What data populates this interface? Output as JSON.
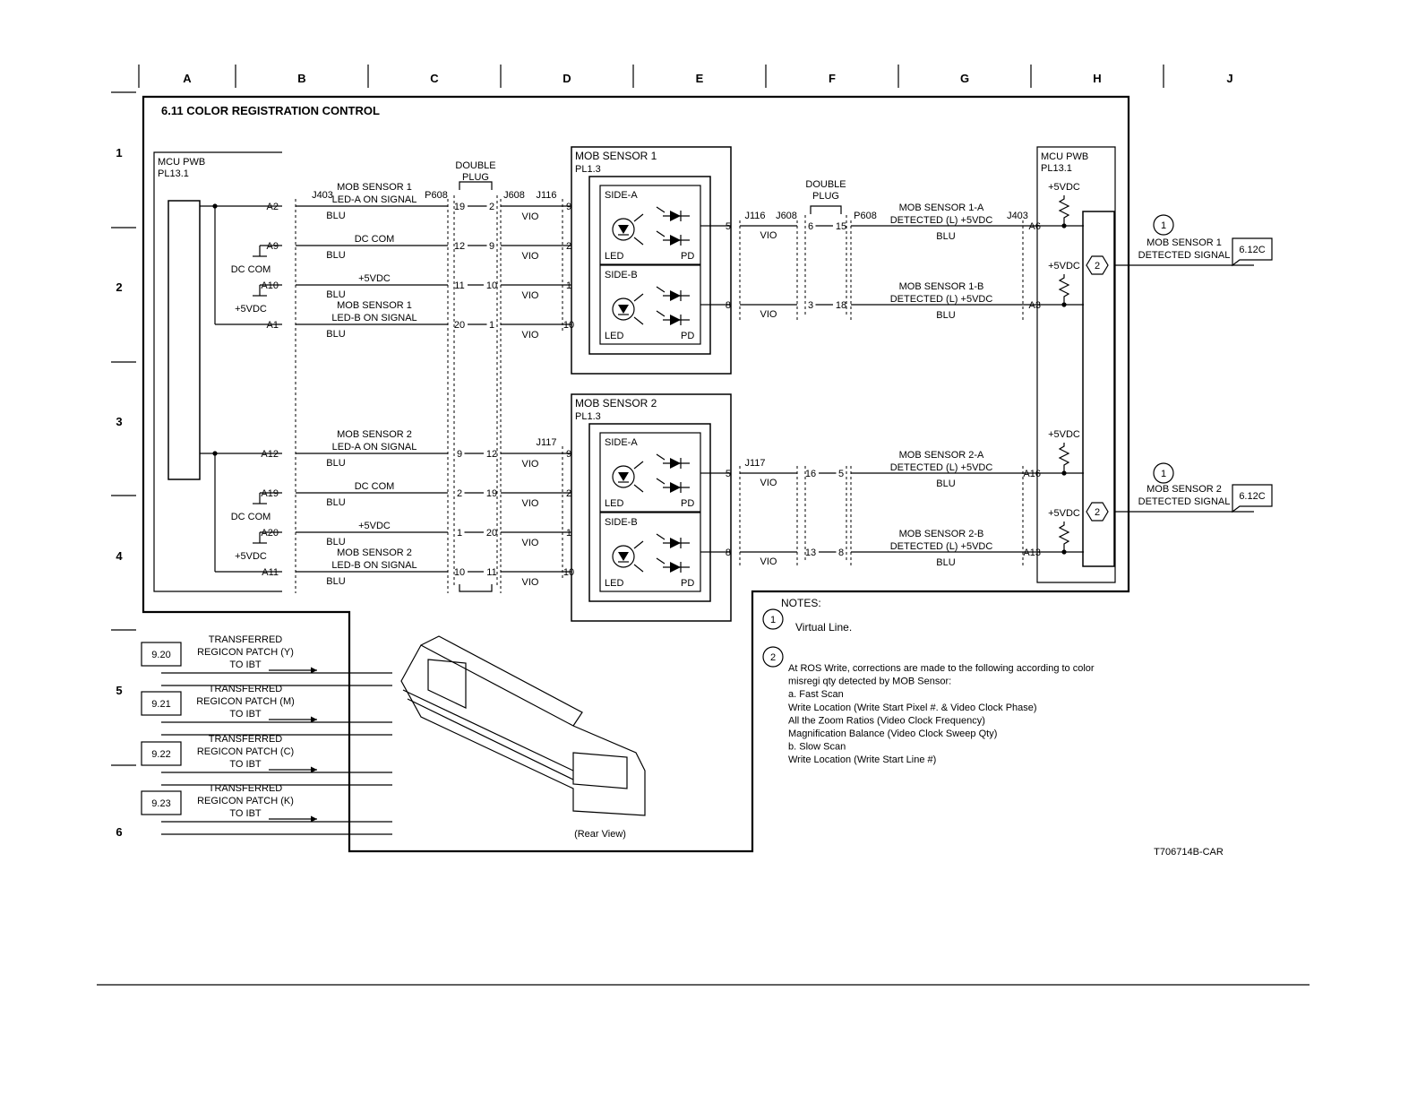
{
  "columns": [
    "A",
    "B",
    "C",
    "D",
    "E",
    "F",
    "G",
    "H",
    "J"
  ],
  "rows": [
    "1",
    "2",
    "3",
    "4",
    "5",
    "6"
  ],
  "title": "6.11 COLOR REGISTRATION CONTROL",
  "mcu_left": {
    "name": "MCU PWB",
    "pl": "PL13.1",
    "dc_com": "DC COM",
    "vdc": "+5VDC"
  },
  "mcu_right": {
    "name": "MCU PWB",
    "pl": "PL13.1",
    "vdc": "+5VDC"
  },
  "double_plug": "DOUBLE\nPLUG",
  "connectors": {
    "j403": "J403",
    "p608": "P608",
    "j608": "J608",
    "j116": "J116",
    "j117": "J117"
  },
  "sensor1": {
    "name": "MOB SENSOR  1",
    "pl": "PL1.3",
    "side_a": "SIDE-A",
    "side_b": "SIDE-B",
    "led": "LED",
    "pd": "PD",
    "left_signals": [
      {
        "pin": "A2",
        "label": "MOB SENSOR 1\nLED-A ON SIGNAL",
        "color": "BLU",
        "p_a": "19",
        "p_b": "2",
        "vio": "VIO",
        "s_pin": "9"
      },
      {
        "pin": "A9",
        "label": "DC COM",
        "color": "BLU",
        "p_a": "12",
        "p_b": "9",
        "vio": "VIO",
        "s_pin": "2"
      },
      {
        "pin": "A10",
        "label": "+5VDC",
        "color": "BLU",
        "p_a": "11",
        "p_b": "10",
        "vio": "VIO",
        "s_pin": "1"
      },
      {
        "pin": "A1",
        "label": "MOB SENSOR 1\nLED-B ON SIGNAL",
        "color": "BLU",
        "p_a": "20",
        "p_b": "1",
        "vio": "VIO",
        "s_pin": "10"
      }
    ],
    "right_signals": [
      {
        "s_pin": "5",
        "vio": "VIO",
        "p_a": "6",
        "p_b": "15",
        "label": "MOB SENSOR 1-A\nDETECTED (L) +5VDC",
        "color": "BLU",
        "pin": "A6"
      },
      {
        "s_pin": "8",
        "vio": "VIO",
        "p_a": "3",
        "p_b": "18",
        "label": "MOB SENSOR 1-B\nDETECTED (L) +5VDC",
        "color": "BLU",
        "pin": "A3"
      }
    ]
  },
  "sensor2": {
    "name": "MOB SENSOR  2",
    "pl": "PL1.3",
    "side_a": "SIDE-A",
    "side_b": "SIDE-B",
    "led": "LED",
    "pd": "PD",
    "left_signals": [
      {
        "pin": "A12",
        "label": "MOB SENSOR 2\nLED-A ON SIGNAL",
        "color": "BLU",
        "p_a": "9",
        "p_b": "12",
        "vio": "VIO",
        "s_pin": "9"
      },
      {
        "pin": "A19",
        "label": "DC COM",
        "color": "BLU",
        "p_a": "2",
        "p_b": "19",
        "vio": "VIO",
        "s_pin": "2"
      },
      {
        "pin": "A20",
        "label": "+5VDC",
        "color": "BLU",
        "p_a": "1",
        "p_b": "20",
        "vio": "VIO",
        "s_pin": "1"
      },
      {
        "pin": "A11",
        "label": "MOB SENSOR 2\nLED-B ON SIGNAL",
        "color": "BLU",
        "p_a": "10",
        "p_b": "11",
        "vio": "VIO",
        "s_pin": "10"
      }
    ],
    "right_signals": [
      {
        "s_pin": "5",
        "vio": "VIO",
        "p_a": "16",
        "p_b": "5",
        "label": "MOB SENSOR 2-A\nDETECTED (L) +5VDC",
        "color": "BLU",
        "pin": "A16"
      },
      {
        "s_pin": "8",
        "vio": "VIO",
        "p_a": "13",
        "p_b": "8",
        "label": "MOB SENSOR 2-B\nDETECTED (L) +5VDC",
        "color": "BLU",
        "pin": "A13"
      }
    ]
  },
  "outputs": [
    {
      "label": "MOB SENSOR 1\nDETECTED SIGNAL",
      "ref": "6.12C",
      "note1": "1",
      "note2": "2"
    },
    {
      "label": "MOB SENSOR 2\nDETECTED SIGNAL",
      "ref": "6.12C",
      "note1": "1",
      "note2": "2"
    }
  ],
  "patches": [
    {
      "ref": "9.20",
      "label": "TRANSFERRED\nREGICON PATCH (Y)\nTO IBT"
    },
    {
      "ref": "9.21",
      "label": "TRANSFERRED\nREGICON PATCH (M)\nTO IBT"
    },
    {
      "ref": "9.22",
      "label": "TRANSFERRED\nREGICON PATCH (C)\nTO IBT"
    },
    {
      "ref": "9.23",
      "label": "TRANSFERRED\nREGICON PATCH (K)\nTO IBT"
    }
  ],
  "illustration_caption": "(Rear View)",
  "notes": {
    "title": "NOTES:",
    "n1_num": "1",
    "n1": "Virtual Line.",
    "n2_num": "2",
    "n2_lines": [
      "At ROS Write, corrections are made to the following according to color",
      "misregi qty detected by MOB Sensor:",
      "a. Fast Scan",
      "   Write Location (Write Start Pixel #. & Video Clock Phase)",
      "   All the Zoom Ratios (Video Clock Frequency)",
      "   Magnification Balance (Video Clock Sweep Qty)",
      "b. Slow Scan",
      "   Write Location (Write Start Line #)"
    ]
  },
  "part_number": "T706714B-CAR"
}
